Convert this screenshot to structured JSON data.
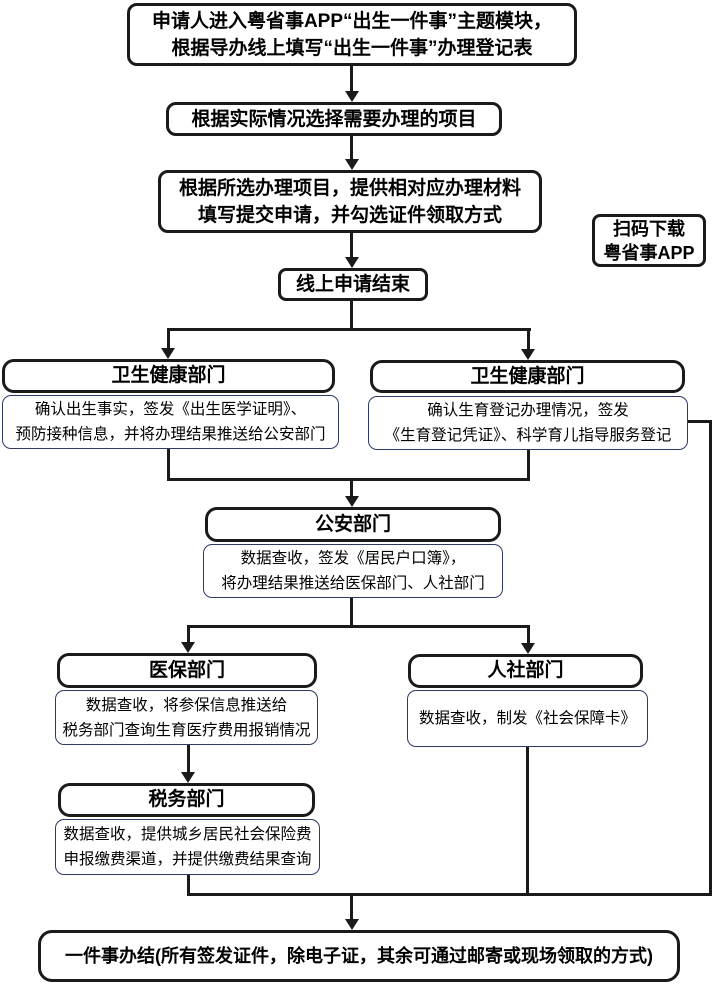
{
  "colors": {
    "line": "#1a1a1a",
    "thick_border": "#1a1a1a",
    "desc_border": "#2e3a64",
    "background": "#ffffff",
    "text": "#000000"
  },
  "steps": {
    "start": {
      "line1": "申请人进入粤省事APP“出生一件事”主题模块，",
      "line2": "根据导办线上填写“出生一件事”办理登记表"
    },
    "select": {
      "text": "根据实际情况选择需要办理的项目"
    },
    "materials": {
      "line1": "根据所选办理项目，提供相对应办理材料",
      "line2": "填写提交申请，并勾选证件领取方式"
    },
    "online_end": {
      "text": "线上申请结束"
    },
    "final": {
      "text": "一件事办结(所有签发证件，除电子证，其余可通过邮寄或现场领取的方式)"
    }
  },
  "qr_note": {
    "line1": "扫码下载",
    "line2": "粤省事APP"
  },
  "departments": {
    "health_birth": {
      "title": "卫生健康部门",
      "line1": "确认出生事实，签发《出生医学证明》、",
      "line2": "预防接种信息，并将办理结果推送给公安部门"
    },
    "health_fertility": {
      "title": "卫生健康部门",
      "line1": "确认生育登记办理情况，签发",
      "line2": "《生育登记凭证》、科学育儿指导服务登记"
    },
    "police": {
      "title": "公安部门",
      "line1": "数据查收，签发《居民户口簿》，",
      "line2": "将办理结果推送给医保部门、人社部门"
    },
    "medical_insurance": {
      "title": "医保部门",
      "line1": "数据查收，将参保信息推送给",
      "line2": "税务部门查询生育医疗费用报销情况"
    },
    "human_social": {
      "title": "人社部门",
      "line1": "数据查收，制发《社会保障卡》"
    },
    "tax": {
      "title": "税务部门",
      "line1": "数据查收，提供城乡居民社会保险费",
      "line2": "申报缴费渠道，并提供缴费结果查询"
    }
  }
}
